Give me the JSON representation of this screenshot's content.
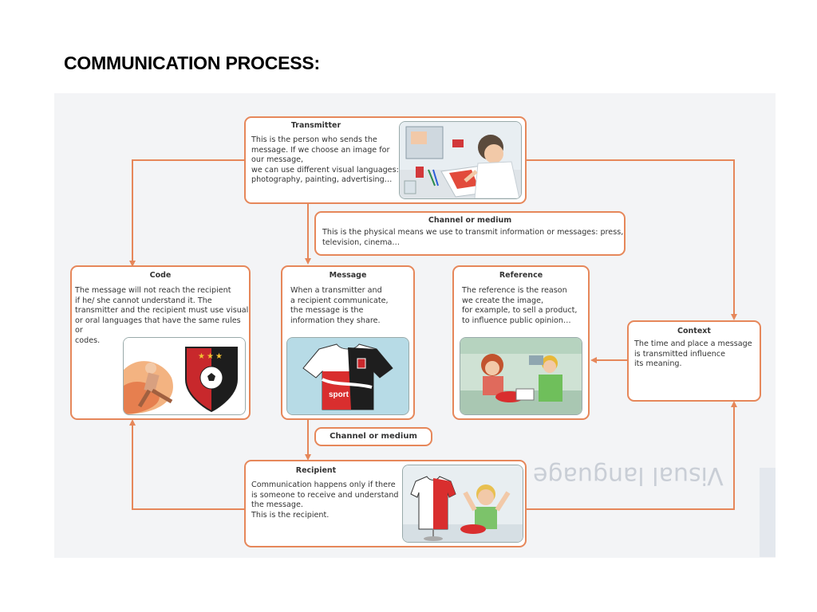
{
  "title": "COMMUNICATION PROCESS:",
  "watermark": "Visual language",
  "boxes": {
    "transmitter": {
      "heading": "Transmitter",
      "lines": [
        "This is the person who sends the",
        "message. If we choose an image for",
        "our message,",
        "we can use different visual languages:",
        "photography, painting, advertising…"
      ]
    },
    "channel_top": {
      "heading": "Channel or medium",
      "lines": [
        "This is the physical means we use to transmit information or messages: press,",
        "television, cinema…"
      ]
    },
    "code": {
      "heading": "Code",
      "lines": [
        "The message will not reach the recipient",
        "if he/ she cannot understand it. The",
        "transmitter and the recipient must use visual",
        "or oral languages that have the same rules or",
        "codes."
      ]
    },
    "message": {
      "heading": "Message",
      "lines": [
        "When a transmitter and",
        "a recipient communicate,",
        "the message is the",
        "information they share."
      ]
    },
    "reference": {
      "heading": "Reference",
      "lines": [
        "The reference is the reason",
        "we create the image,",
        "for example, to sell a product,",
        "to influence public opinion…"
      ]
    },
    "context": {
      "heading": "Context",
      "lines": [
        "The time and place a message",
        "is transmitted influence",
        "its meaning."
      ]
    },
    "channel_bottom": {
      "heading": "Channel or medium"
    },
    "recipient": {
      "heading": "Recipient",
      "lines": [
        "Communication happens only if there",
        "is someone to receive and understand",
        "the message.",
        "This is the recipient."
      ]
    }
  },
  "colors": {
    "accent": "#e6875a",
    "panel": "#f3f4f6",
    "text": "#333333"
  },
  "icons": {
    "transmitter": "artist-drawing-illustration",
    "code": "football-crest-illustration",
    "message": "football-shirt-illustration",
    "reference": "shop-counter-illustration",
    "recipient": "boy-waving-illustration"
  }
}
